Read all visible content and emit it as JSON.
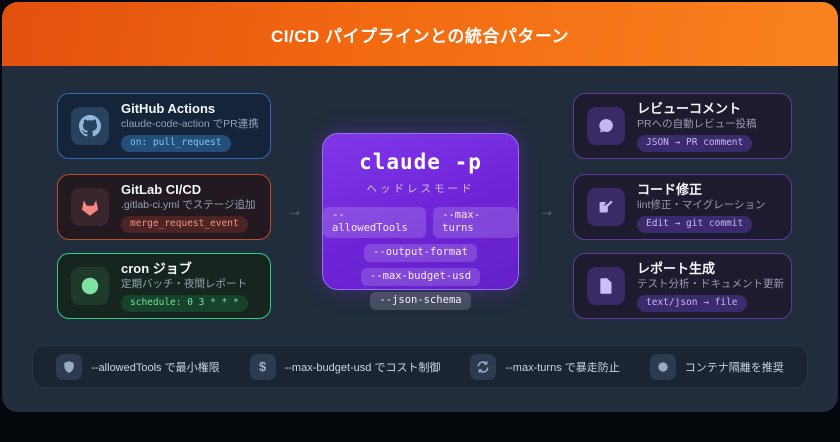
{
  "header": {
    "title": "CI/CD パイプラインとの統合パターン"
  },
  "sources": [
    {
      "title": "GitHub Actions",
      "subtitle": "claude-code-action でPR連携",
      "badge": "on: pull_request"
    },
    {
      "title": "GitLab CI/CD",
      "subtitle": ".gitlab-ci.yml でステージ追加",
      "badge": "merge_request_event"
    },
    {
      "title": "cron ジョブ",
      "subtitle": "定期バッチ・夜間レポート",
      "badge": "schedule: 0 3 * * *"
    }
  ],
  "center": {
    "command": "claude -p",
    "mode": "ヘッドレスモード",
    "flags": [
      "--allowedTools",
      "--max-turns",
      "--output-format",
      "--max-budget-usd",
      "--json-schema"
    ]
  },
  "outputs": [
    {
      "title": "レビューコメント",
      "subtitle": "PRへの自動レビュー投稿",
      "badge": "JSON → PR comment"
    },
    {
      "title": "コード修正",
      "subtitle": "lint修正・マイグレーション",
      "badge": "Edit → git commit"
    },
    {
      "title": "レポート生成",
      "subtitle": "テスト分析・ドキュメント更新",
      "badge": "text/json → file"
    }
  ],
  "arrows": {
    "left": "→",
    "right": "→"
  },
  "tips": [
    {
      "text": "--allowedTools で最小権限"
    },
    {
      "text": "--max-budget-usd でコスト制御"
    },
    {
      "text": "--max-turns で暴走防止"
    },
    {
      "text": "コンテナ隔離を推奨"
    }
  ],
  "tip_glyphs": {
    "dollar": "$"
  },
  "colors": {
    "header_orange": "#f26a10",
    "panel_bg": "#212c3c",
    "github_blue": "#2f6cb4",
    "gitlab_red": "#bd4e2c",
    "cron_green": "#2fce84",
    "claude_purple": "#7c33e8",
    "output_purple": "#5e3a9e"
  }
}
